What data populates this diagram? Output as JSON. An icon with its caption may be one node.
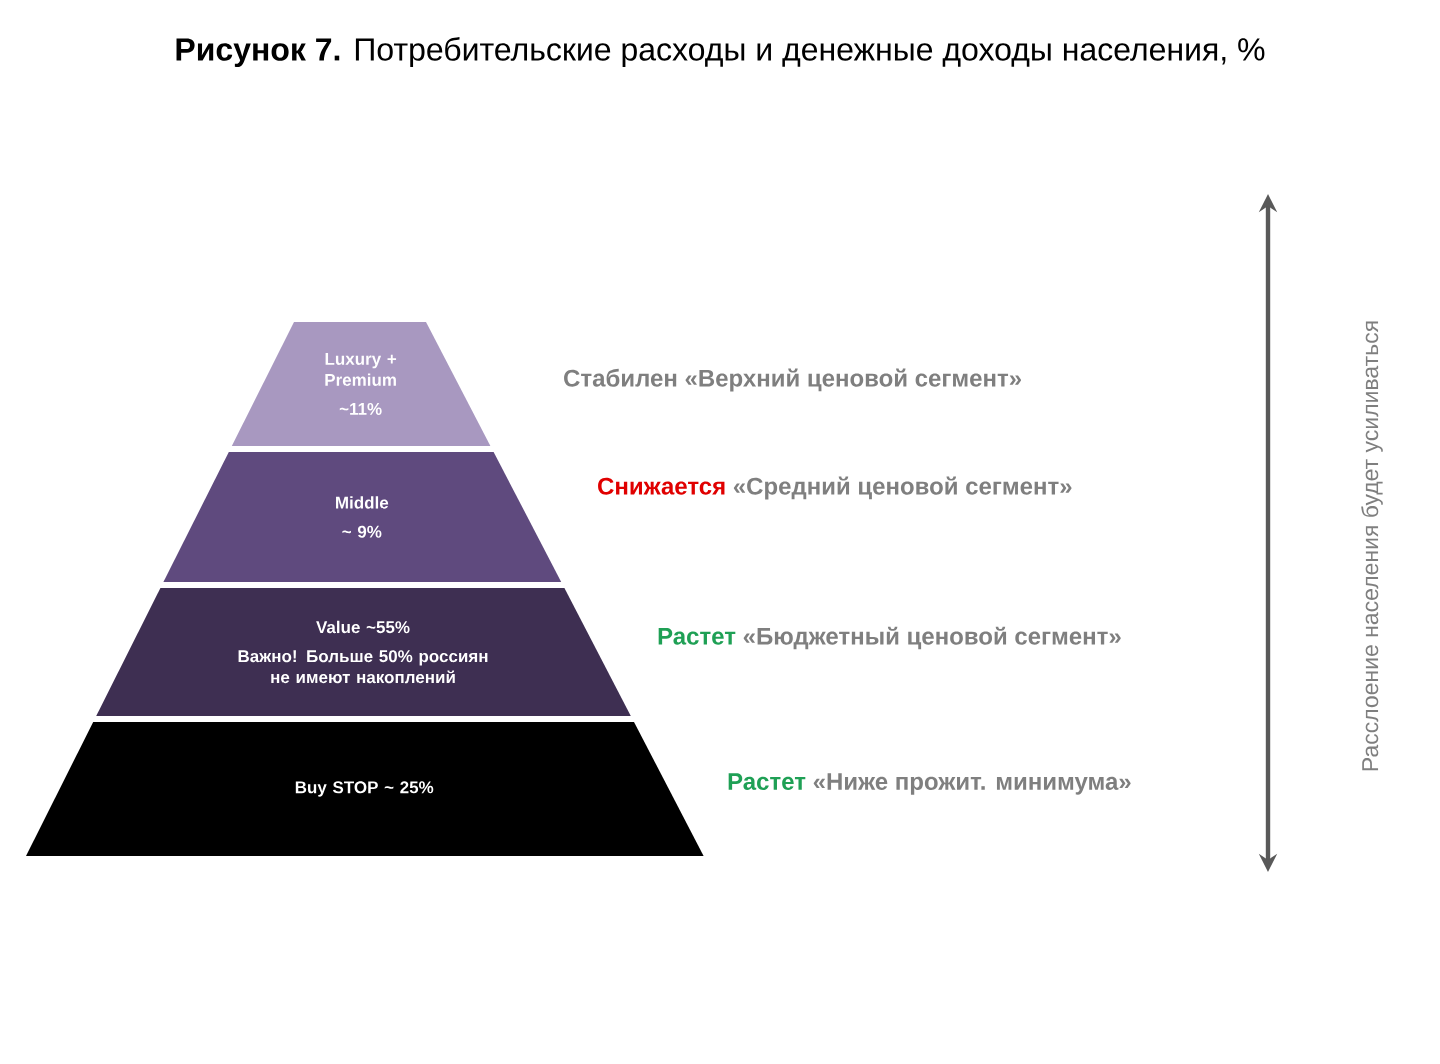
{
  "diagram": {
    "title": "**Рисунок 7.** Потребительские расходы и денежные доходы населения, %",
    "nodes": [
      {
        "text": [
          "Luxury + Premium",
          "~11%"
        ],
        "beside": [
          "Стабилен «Верхний ценовой сегмент»"
        ]
      },
      {
        "text": [
          "Middle",
          "~ 9%"
        ],
        "beside": [
          "Снижается",
          "«Средний ценовой сегмент»"
        ]
      },
      {
        "text": [
          "Value ~55%",
          "Важно! Больше 50% россиян не имеют накоплений"
        ],
        "beside": [
          "Растет",
          "«Бюджетный ценовой сегмент»"
        ]
      },
      {
        "text": [
          "Buy STOP ~ 25%"
        ],
        "beside": [
          "Растет",
          "«Ниже прожит. минимума»"
        ]
      }
    ],
    "edges": [],
    "labels": [
      "Расслоение населения будет усиливаться"
    ]
  }
}
